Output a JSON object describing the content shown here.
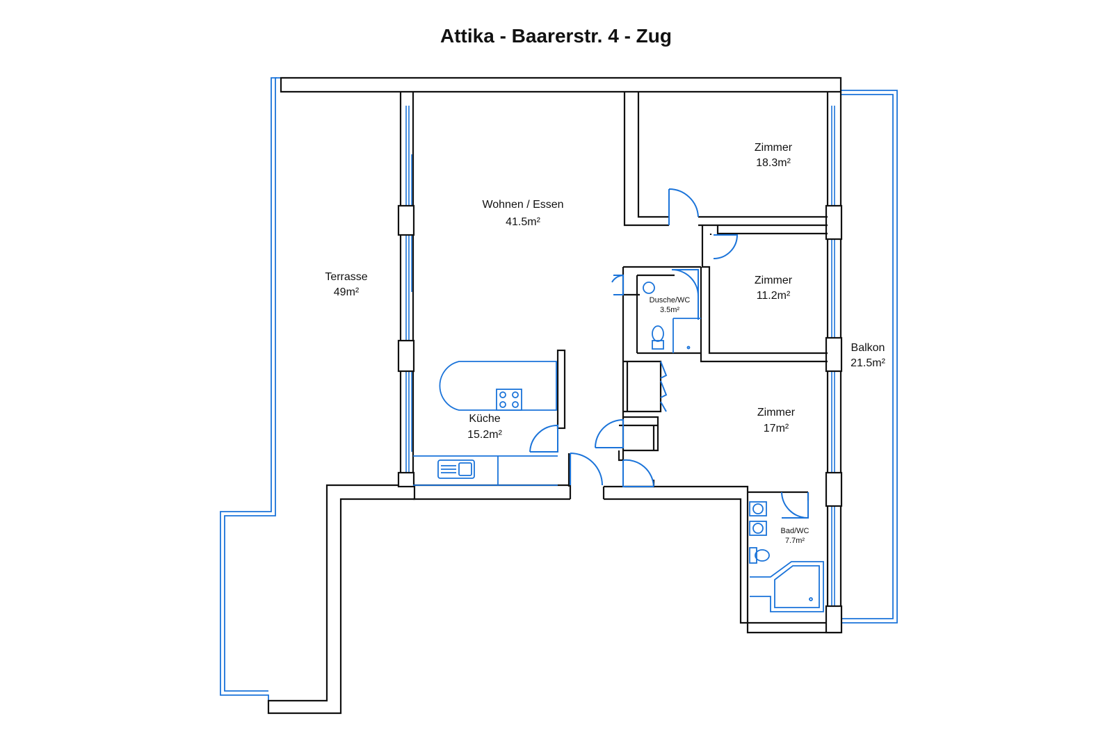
{
  "title": "Attika - Baarerstr. 4 - Zug",
  "rooms": [
    {
      "id": "terrasse",
      "name": "Terrasse",
      "area": "49m²"
    },
    {
      "id": "wohnen",
      "name": "Wohnen / Essen",
      "area": "41.5m²"
    },
    {
      "id": "zimmer1",
      "name": "Zimmer",
      "area": "18.3m²"
    },
    {
      "id": "zimmer2",
      "name": "Zimmer",
      "area": "11.2m²"
    },
    {
      "id": "dusche",
      "name": "Dusche/WC",
      "area": "3.5m²"
    },
    {
      "id": "balkon",
      "name": "Balkon",
      "area": "21.5m²"
    },
    {
      "id": "kueche",
      "name": "Küche",
      "area": "15.2m²"
    },
    {
      "id": "zimmer3",
      "name": "Zimmer",
      "area": "17m²"
    },
    {
      "id": "bad",
      "name": "Bad/WC",
      "area": "7.7m²"
    }
  ],
  "colors": {
    "wall": "#111111",
    "fixture": "#1a73d9",
    "background": "#ffffff"
  }
}
